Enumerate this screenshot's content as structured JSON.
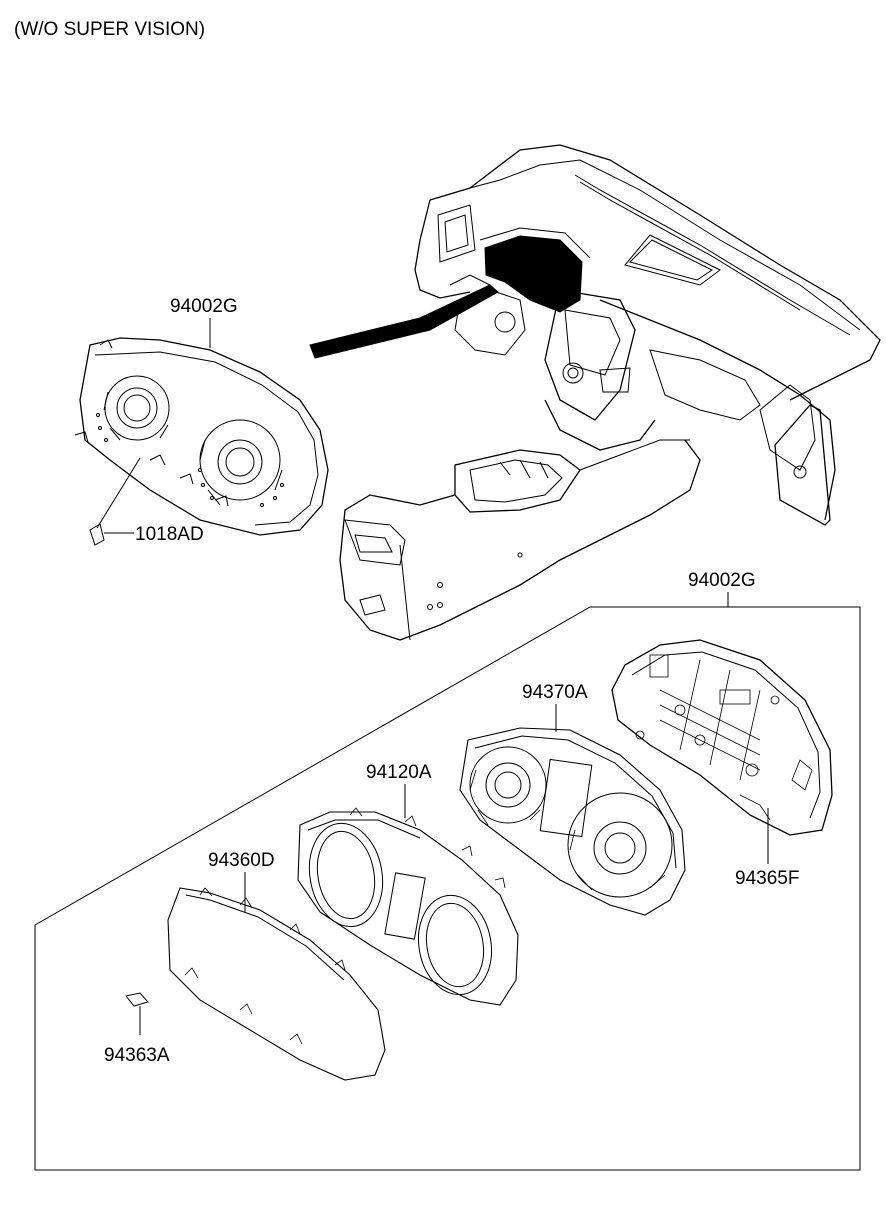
{
  "header": {
    "variant_note": "(W/O SUPER VISION)"
  },
  "callouts": {
    "cluster_assembly_top": "94002G",
    "screw": "1018AD",
    "cluster_assembly_exploded": "94002G",
    "printed_circuit_board": "94370A",
    "case_window": "94120A",
    "glass_lens": "94360D",
    "knob_clip": "94363A",
    "rear_case": "94365F"
  }
}
